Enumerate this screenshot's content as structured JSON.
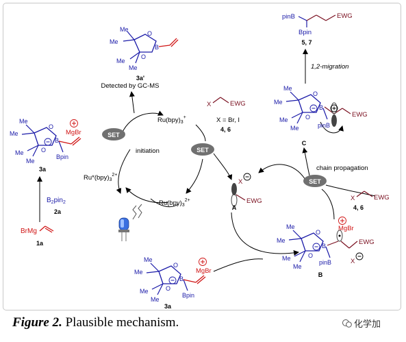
{
  "labels": {
    "compound_3a_prime": "3a'",
    "detected": "Detected by GC-MS",
    "compound_3a": "3a",
    "compound_3a_bottom": "3a",
    "compound_2a": "2a",
    "compound_1a": "1a",
    "b2pin2": "B",
    "b2pin2_sub": "2",
    "b2pin2_tail": "pin",
    "b2pin2_sub2": "2",
    "brmg": "BrMg",
    "mgbr": "MgBr",
    "mgbr_b": "MgBr",
    "mgbr_bottom": "MgBr",
    "bpin": "Bpin",
    "bpin_bottom": "Bpin",
    "pinb_b": "pinB",
    "pinb_c": "pinB",
    "pinb_top": "pinB",
    "bpin_top": "Bpin",
    "set_left": "SET",
    "set_middle": "SET",
    "set_right": "SET",
    "initiation": "initiation",
    "ru_top": "Ru(bpy)",
    "ru_top_sub": "3",
    "ru_top_sup": "+",
    "ru_star": "Ru*(bpy)",
    "ru_star_sub": "3",
    "ru_star_sup": "2+",
    "ru_right": "Ru(bpy)",
    "ru_right_sub": "3",
    "ru_right_sup": "2+",
    "x_reagent": "X",
    "ewg_reagent": "EWG",
    "x_eq": "X = Br, I",
    "cmpd_46_top": "4, 6",
    "cmpd_46_right": "4, 6",
    "x_right": "X",
    "ewg_right": "EWG",
    "radical_a_x": "X",
    "radical_a_label": "A",
    "radical_a_ewg": "EWG",
    "chain_propagation": "chain propagation",
    "ewg_b": "EWG",
    "x_b": "X",
    "b_label": "B",
    "ewg_c": "EWG",
    "c_label": "C",
    "migration": "1,2-migration",
    "cmpd_57": "5, 7",
    "ewg_top": "EWG",
    "b_atom": "B",
    "o_atom": "O",
    "me": "Me"
  },
  "caption": {
    "lead": "Figure 2.",
    "text": " Plausible mechanism."
  },
  "watermark": {
    "text": "化学加"
  },
  "colors": {
    "blue": "#1a1aa8",
    "red": "#d01414",
    "maroon": "#7a1020",
    "set_bubble": "#707070"
  }
}
